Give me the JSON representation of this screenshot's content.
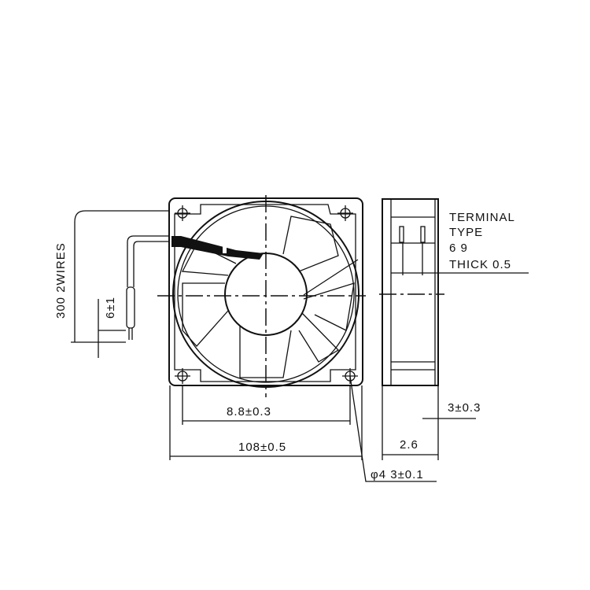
{
  "drawing": {
    "wire_label": "300  2WIRES",
    "strip_label": "6±1",
    "hole_pitch": "8.8±0.3",
    "overall_width": "108±0.5",
    "hole_diameter": "φ4 3±0.1",
    "terminal_note": [
      "TERMINAL",
      "TYPE",
      "6 9",
      "THICK  0.5"
    ],
    "flange_thickness": "3±0.3",
    "side_depth": "2.6"
  }
}
